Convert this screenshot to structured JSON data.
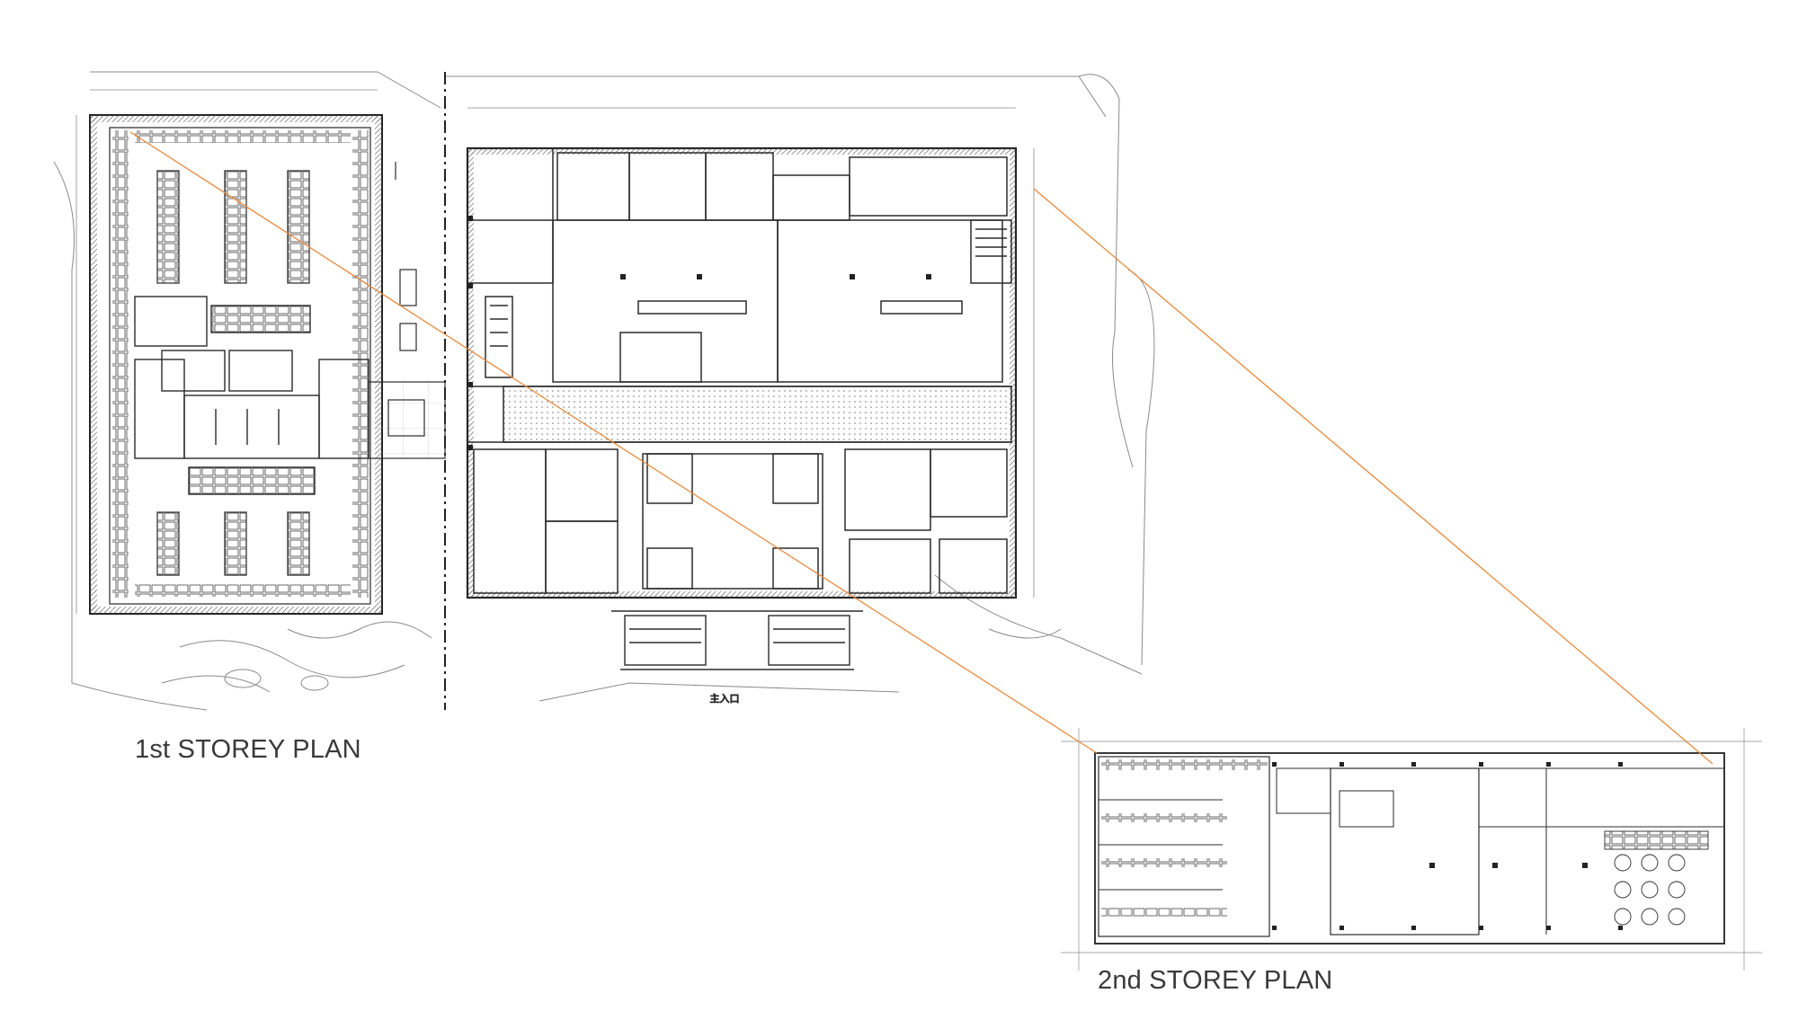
{
  "plans": {
    "first_storey": {
      "title": "1st STOREY PLAN"
    },
    "second_storey": {
      "title": "2nd STOREY PLAN"
    }
  },
  "annotations": {
    "main_entrance": "主入口"
  },
  "colors": {
    "line": "#2b2b2b",
    "thin_line": "#8a8a8a",
    "wall_hatch": "#555555",
    "leader_line": "#e8893c",
    "title_text": "#3a3a3a"
  }
}
